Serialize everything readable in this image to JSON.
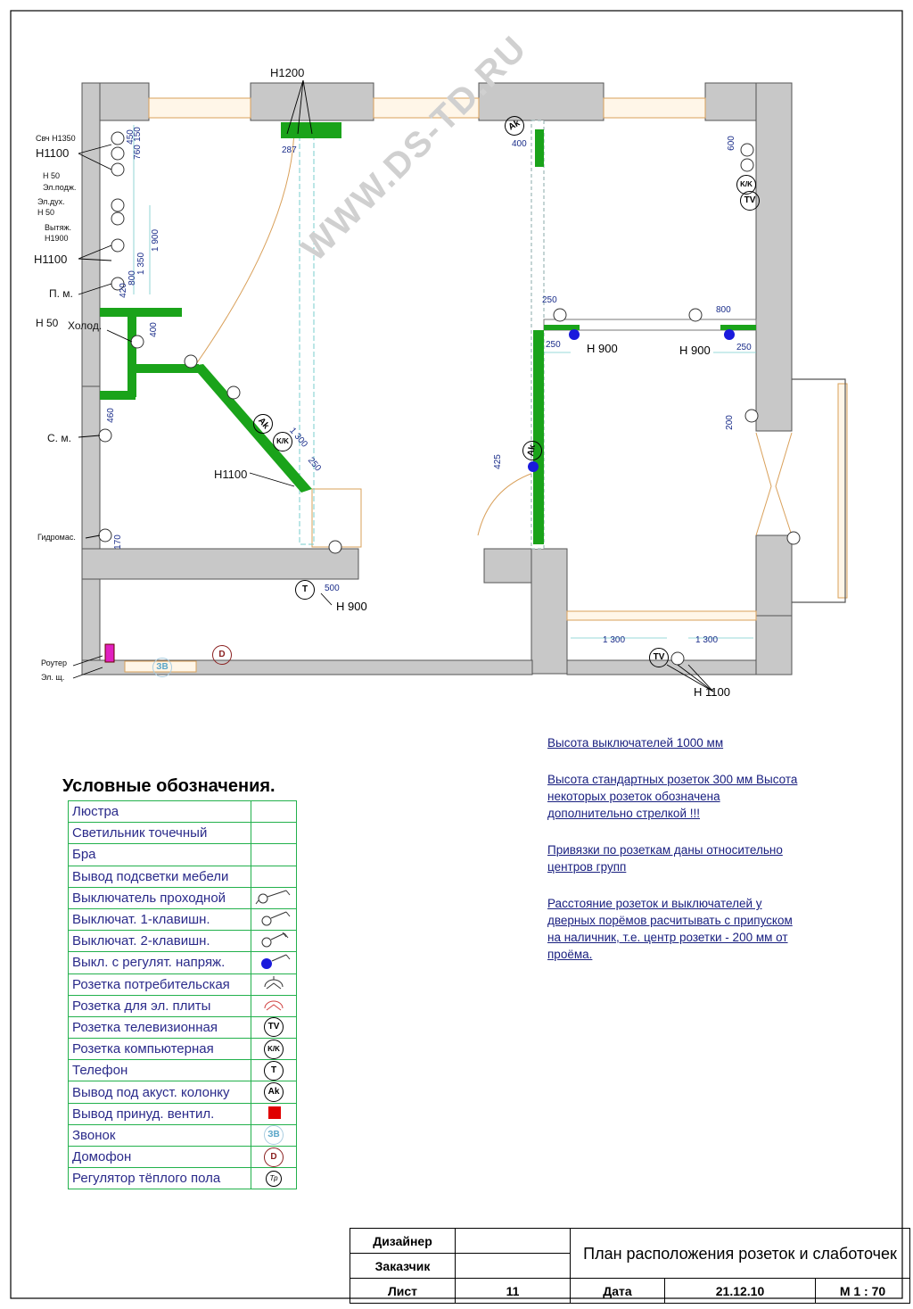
{
  "watermark": "WWW.DS-TD.RU",
  "plan_labels": {
    "h1200": "H1200",
    "svch": "Свч H1350",
    "h1100_a": "H1100",
    "h50_a": "H 50",
    "el_podzh": "Эл.подж.",
    "el_dukh": "Эл.дух.",
    "h50_b": "H 50",
    "vytyazh": "Вытяж.",
    "h1900": "H1900",
    "h1100_b": "H1100",
    "pm": "П. м.",
    "h50_c": "H 50",
    "kholod": "Холод.",
    "sm": "С. м.",
    "h1100_c": "H1100",
    "gidromas": "Гидромас.",
    "router": "Роутер",
    "el_sch": "Эл. щ.",
    "h900_a": "H 900",
    "h900_b": "H 900",
    "h900_c": "H 900",
    "h1100_d": "H 1100"
  },
  "dimensions": {
    "d450": "450",
    "d760": "760",
    "d150": "150",
    "d287": "287",
    "d400a": "400",
    "d600": "600",
    "d1350": "1 350",
    "d1900": "1 900",
    "d420": "420",
    "d800a": "800",
    "d400b": "400",
    "d460": "460",
    "d170": "170",
    "d1300a": "1 300",
    "d250a": "250",
    "d250b": "250",
    "d250c": "250",
    "d800b": "800",
    "d250d": "250",
    "d200": "200",
    "d425": "425",
    "d500": "500",
    "d1300b": "1 300",
    "d1300c": "1 300"
  },
  "symbols_on_plan": {
    "ak": "Ak",
    "kk": "K/K",
    "tv": "TV",
    "t": "T",
    "d": "D",
    "zv": "ЗВ"
  },
  "notes": [
    "Высота выключателей 1000 мм",
    "Высота стандартных розеток  300 мм Высота некоторых розеток  обозначена дополнительно стрелкой !!!",
    "Привязки по розеткам даны относительно центров групп",
    "Расстояние розеток и выключателей у дверных порёмов расчитывать с припуском на наличник, т.е. центр розетки - 200 мм от проёма."
  ],
  "legend": {
    "title": "Условные обозначения.",
    "rows": [
      {
        "name": "Люстра",
        "symbol": ""
      },
      {
        "name": "Светильник точечный",
        "symbol": ""
      },
      {
        "name": "Бра",
        "symbol": ""
      },
      {
        "name": "Вывод подсветки мебели",
        "symbol": ""
      },
      {
        "name": "Выключатель проходной",
        "symbol": "switch-pass-icon"
      },
      {
        "name": "Выключат. 1-клавишн.",
        "symbol": "switch-1-icon"
      },
      {
        "name": "Выключат. 2-клавишн.",
        "symbol": "switch-2-icon"
      },
      {
        "name": "Выкл. с регулят. напряж.",
        "symbol": "dimmer-icon"
      },
      {
        "name": "Розетка потребительская",
        "symbol": "socket-icon"
      },
      {
        "name": "Розетка для эл. плиты",
        "symbol": "stove-socket-icon"
      },
      {
        "name": "Розетка телевизионная",
        "symbol": "TV"
      },
      {
        "name": "Розетка компьютерная",
        "symbol": "K/K"
      },
      {
        "name": "Телефон",
        "symbol": "T"
      },
      {
        "name": "Вывод под акуст. колонку",
        "symbol": "Ak"
      },
      {
        "name": "Вывод принуд. вентил.",
        "symbol": "vent-icon"
      },
      {
        "name": "Звонок",
        "symbol": "ЗВ"
      },
      {
        "name": "Домофон",
        "symbol": "D"
      },
      {
        "name": "Регулятор тёплого пола",
        "symbol": "Тр"
      }
    ]
  },
  "title_block": {
    "designer_label": "Дизайнер",
    "customer_label": "Заказчик",
    "sheet_label": "Лист",
    "sheet_value": "11",
    "plan_title": "План расположения розеток и слаботочек",
    "date_label": "Дата",
    "date_value": "21.12.10",
    "scale": "М 1 : 70"
  },
  "colors": {
    "wall": "#c8c8c8",
    "green_partition": "#1aa31a",
    "dimension_text": "#1a2d8a",
    "notes_text": "#1a2080",
    "legend_border": "#22b14c",
    "vent": "#e00000",
    "router": "#e020c0"
  }
}
